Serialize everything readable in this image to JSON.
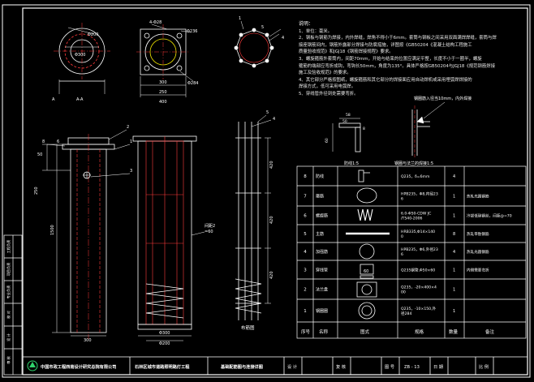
{
  "colors": {
    "background": "#000000",
    "line": "#ffffff",
    "dim": "#00e5e5",
    "rebar": "#ff3b3b",
    "yellow": "#f2e600",
    "green": "#2fd36b",
    "tb_text": "#ffffff"
  },
  "top_views": {
    "phi200": "Φ200",
    "phi300": "Φ300",
    "four_bolt": "4-Φ28",
    "phi236": "Φ236",
    "phi284": "Φ284",
    "w300": "300",
    "w250": "250",
    "w400": "400",
    "section": "A-A",
    "c1": "1",
    "c5": "5",
    "c4": "4"
  },
  "side_view": {
    "callout_8": "8",
    "callout_6": "6",
    "callout_2": "2",
    "callout_1": "1",
    "callout_3": "3",
    "dim_50": "50",
    "dim_250": "250",
    "dim_1500": "1500",
    "dim_300": "300",
    "spacing": "间距2",
    "spacing_val": "=60"
  },
  "cage_view": {
    "callout_5": "5",
    "callout_4": "4",
    "dim_420a": "420",
    "dim_420b": "420",
    "dim_420c": "420",
    "dim_phi200": "Φ200",
    "dim_phi300": "Φ300",
    "caption": "布筋图"
  },
  "notes": {
    "title": "说明：",
    "lines": [
      "1、单位：毫米。",
      "2、钢板与钢筋为焊接，内外焊缝，焊角不得小于6mm。套筒与钢板之间采用双面满焊焊缝，套筒与焊",
      "接座钢筋间内，钢筋外露部分焊接与防腐措施，详图按《GB50204《混凝土结构工程施工",
      "质量验收规范》和JGJ18《钢筋焊接规程》要求。",
      "3、螺旋箍筋外套筒内，间距70mm，开始与结束的位置应满足平整，长度不小于一圈半，螺旋",
      "箍筋的端部应弯折成钩，弯钩长50mm，角度为135°。具体严格按GB50204与JGJ18《规范钢筋焊接",
      "施工及验收规范》的要求。",
      "4、其它部分严格按图纸，螺旋箍筋和其它部分的焊接面应用自动焊机或采用埋弧焊焊接的",
      "焊接方式，低可采用电弧焊。",
      "5、穿线管外径到处需要弯折。"
    ]
  },
  "details": {
    "weld_note": "钢圈筋入径当10mm，内外焊接",
    "d58": "58",
    "d50": "50",
    "d8": "8",
    "d60": "60",
    "caption_left": "防线1:5",
    "caption_right": "钢圈与法兰的焊接1:5"
  },
  "bom": {
    "head": {
      "no": "序号",
      "name": "名称",
      "fig": "图式",
      "spec": "规格",
      "qty": "数量",
      "remark": "备注"
    },
    "rows": [
      {
        "no": "8",
        "name": "防线",
        "spec": "Q235，δ=6mm",
        "qty": "4",
        "remark": ""
      },
      {
        "no": "7",
        "name": "箍筋",
        "spec": "HPB235，Φ8,内径236",
        "qty": "1",
        "remark": "热轧光圆钢筋"
      },
      {
        "no": "6",
        "name": "螺旋筋",
        "spec": "6.0-Φ50-CDW JC/T540-2006",
        "qty": "1",
        "remark": "冷拔低碳钢丝，间距@=70"
      },
      {
        "no": "5",
        "name": "主筋",
        "spec": "HRB335,Φ14×1400",
        "qty": "8",
        "remark": "热轧带肋钢筋"
      },
      {
        "no": "4",
        "name": "加强筋",
        "spec": "HPB235，Φ6,外径236",
        "qty": "4",
        "remark": "热轧光圆钢筋"
      },
      {
        "no": "3",
        "name": "穿线管",
        "spec": "Q235钢管,Φ50×60",
        "qty": "1",
        "remark": "内侧需要弯折"
      },
      {
        "no": "2",
        "name": "法兰盘",
        "spec": "Q235，-20×400×400",
        "qty": "1",
        "remark": ""
      },
      {
        "no": "1",
        "name": "钢圈圈",
        "spec": "Q235，-10×150,外径284",
        "qty": "1",
        "remark": ""
      }
    ],
    "fig_60": "60"
  },
  "title_block": {
    "company": "中国市政工程西南设计研究总院有限公司",
    "project": "石林区城市道路照明路灯工程",
    "drawing": "基础配筋图与连接详图",
    "design_label": "设 计",
    "check_label": "复 核",
    "no_label": "图 号",
    "no_value": "ZB - 13",
    "date_label": "日 期",
    "scale_label": "比 例",
    "left_strip": [
      "工程负责",
      "项目负责",
      "专业负责",
      "校 对",
      "设 计",
      "审 核"
    ]
  }
}
